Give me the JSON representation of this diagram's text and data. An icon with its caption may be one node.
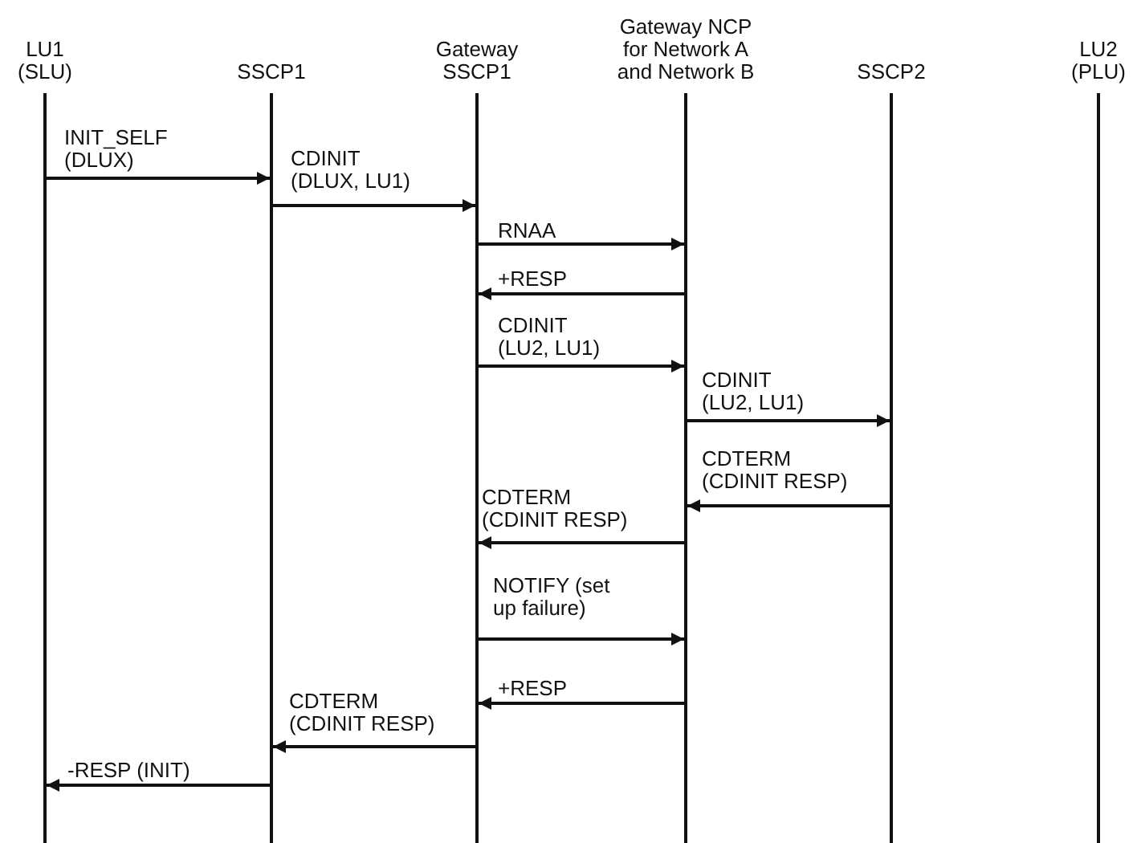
{
  "diagram": {
    "nodes": [
      {
        "text": [
          "LU1 (SLU)"
        ]
      },
      {
        "text": [
          "SSCP1"
        ]
      },
      {
        "text": [
          "Gateway SSCP1"
        ]
      },
      {
        "text": [
          "Gateway NCP for Network A and Network B"
        ]
      },
      {
        "text": [
          "SSCP2"
        ]
      },
      {
        "text": [
          "LU2 (PLU)"
        ]
      }
    ],
    "edges": [
      {
        "from": 0,
        "to": 1,
        "arrow": "to",
        "label": "INIT_SELF (DLUX)"
      },
      {
        "from": 1,
        "to": 2,
        "arrow": "to",
        "label": "CDINIT (DLUX, LU1)"
      },
      {
        "from": 2,
        "to": 3,
        "arrow": "to",
        "label": "RNAA"
      },
      {
        "from": 3,
        "to": 2,
        "arrow": "to",
        "label": "+RESP"
      },
      {
        "from": 2,
        "to": 3,
        "arrow": "to",
        "label": "CDINIT (LU2, LU1)"
      },
      {
        "from": 3,
        "to": 4,
        "arrow": "to",
        "label": "CDINIT (LU2, LU1)"
      },
      {
        "from": 4,
        "to": 3,
        "arrow": "to",
        "label": "CDTERM (CDINIT RESP)"
      },
      {
        "from": 3,
        "to": 2,
        "arrow": "to",
        "label": "CDTERM (CDINIT RESP)"
      },
      {
        "from": 2,
        "to": 3,
        "arrow": "to",
        "label": "NOTIFY (set up failure)"
      },
      {
        "from": 3,
        "to": 2,
        "arrow": "to",
        "label": "+RESP"
      },
      {
        "from": 2,
        "to": 1,
        "arrow": "to",
        "label": "CDTERM (CDINIT RESP)"
      },
      {
        "from": 1,
        "to": 0,
        "arrow": "to",
        "label": "-RESP (INIT)"
      }
    ]
  }
}
